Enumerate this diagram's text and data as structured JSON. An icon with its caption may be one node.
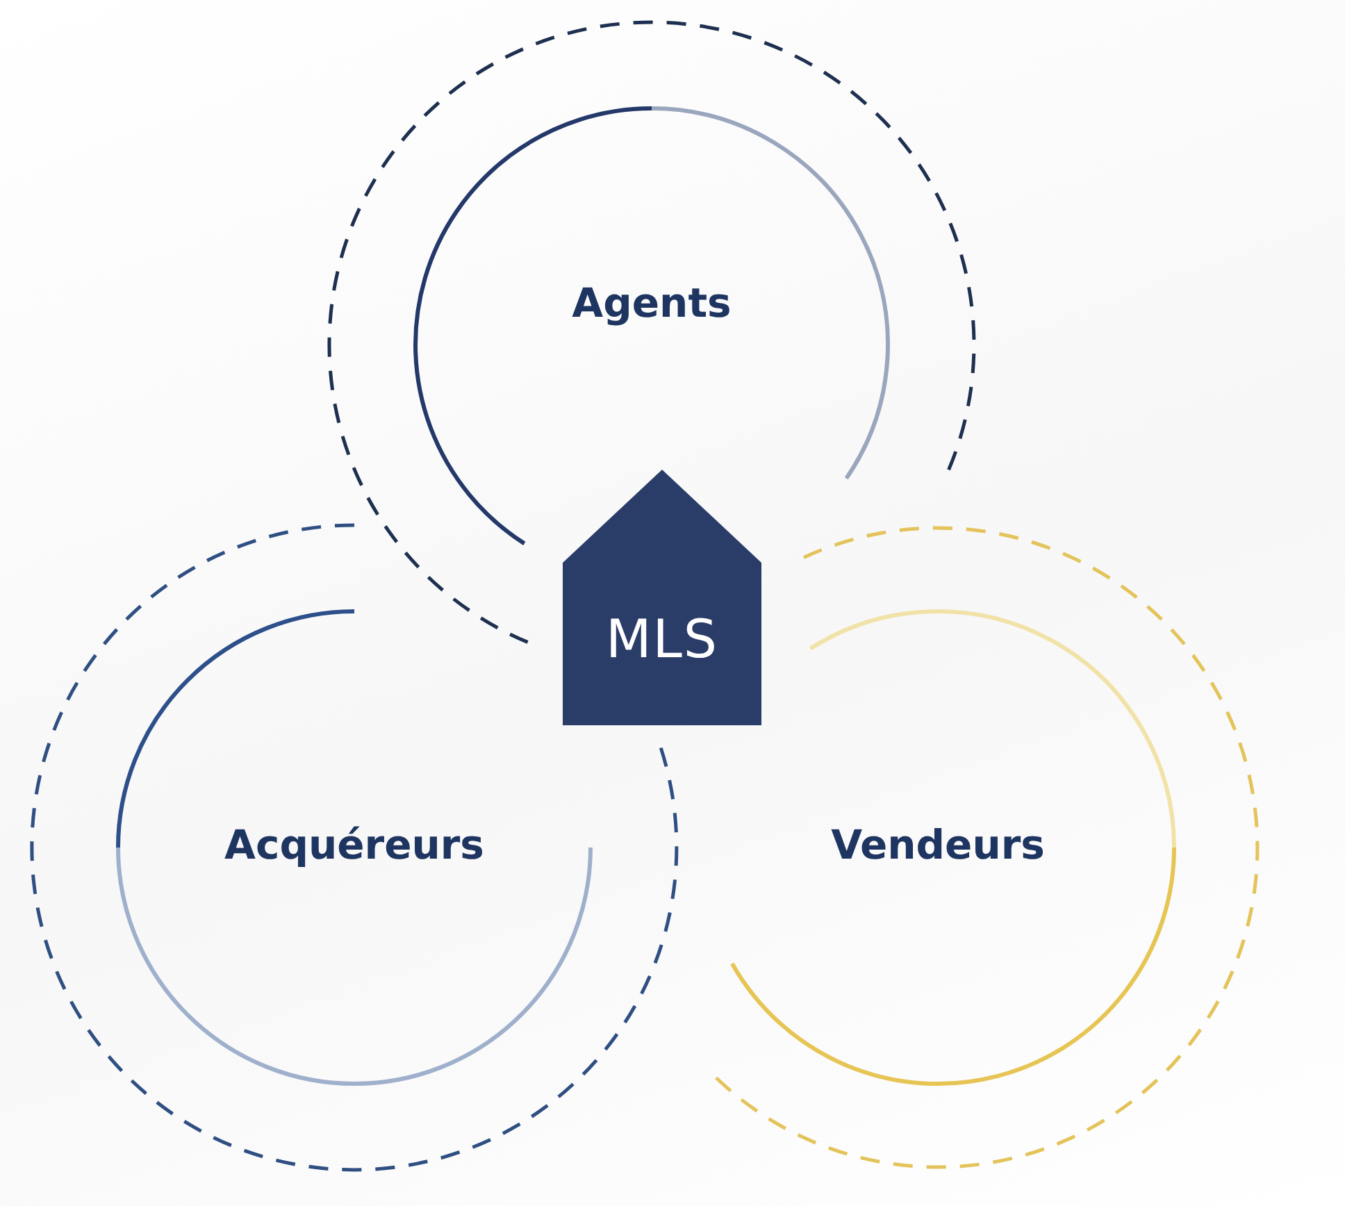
{
  "diagram": {
    "nodes": [
      {
        "text": [
          "Agents"
        ]
      },
      {
        "text": [
          "Acquéreurs"
        ]
      },
      {
        "text": [
          "Vendeurs"
        ]
      },
      {
        "text": [
          "MLS"
        ]
      }
    ]
  }
}
